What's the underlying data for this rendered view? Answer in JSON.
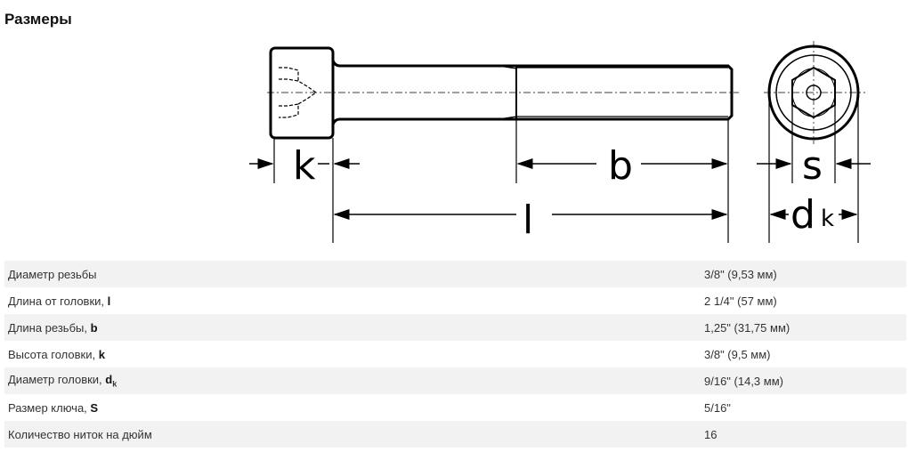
{
  "title": "Размеры",
  "drawing": {
    "k": "k",
    "b": "b",
    "l": "l",
    "s": "s",
    "d": "d",
    "dk_sub": "k"
  },
  "rows": [
    {
      "label": "Диаметр резьбы",
      "sym": "",
      "sub": "",
      "value": "3/8\" (9,53 мм)"
    },
    {
      "label": "Длина от головки, ",
      "sym": "l",
      "sub": "",
      "value": "2 1/4\" (57 мм)"
    },
    {
      "label": "Длина резьбы, ",
      "sym": "b",
      "sub": "",
      "value": "1,25\" (31,75 мм)"
    },
    {
      "label": "Высота головки, ",
      "sym": "k",
      "sub": "",
      "value": "3/8\" (9,5 мм)"
    },
    {
      "label": "Диаметр головки, ",
      "sym": "d",
      "sub": "k",
      "value": "9/16\" (14,3 мм)"
    },
    {
      "label": "Размер ключа, ",
      "sym": "S",
      "sub": "",
      "value": "5/16\""
    },
    {
      "label": "Количество ниток на дюйм",
      "sym": "",
      "sub": "",
      "value": "16"
    }
  ]
}
